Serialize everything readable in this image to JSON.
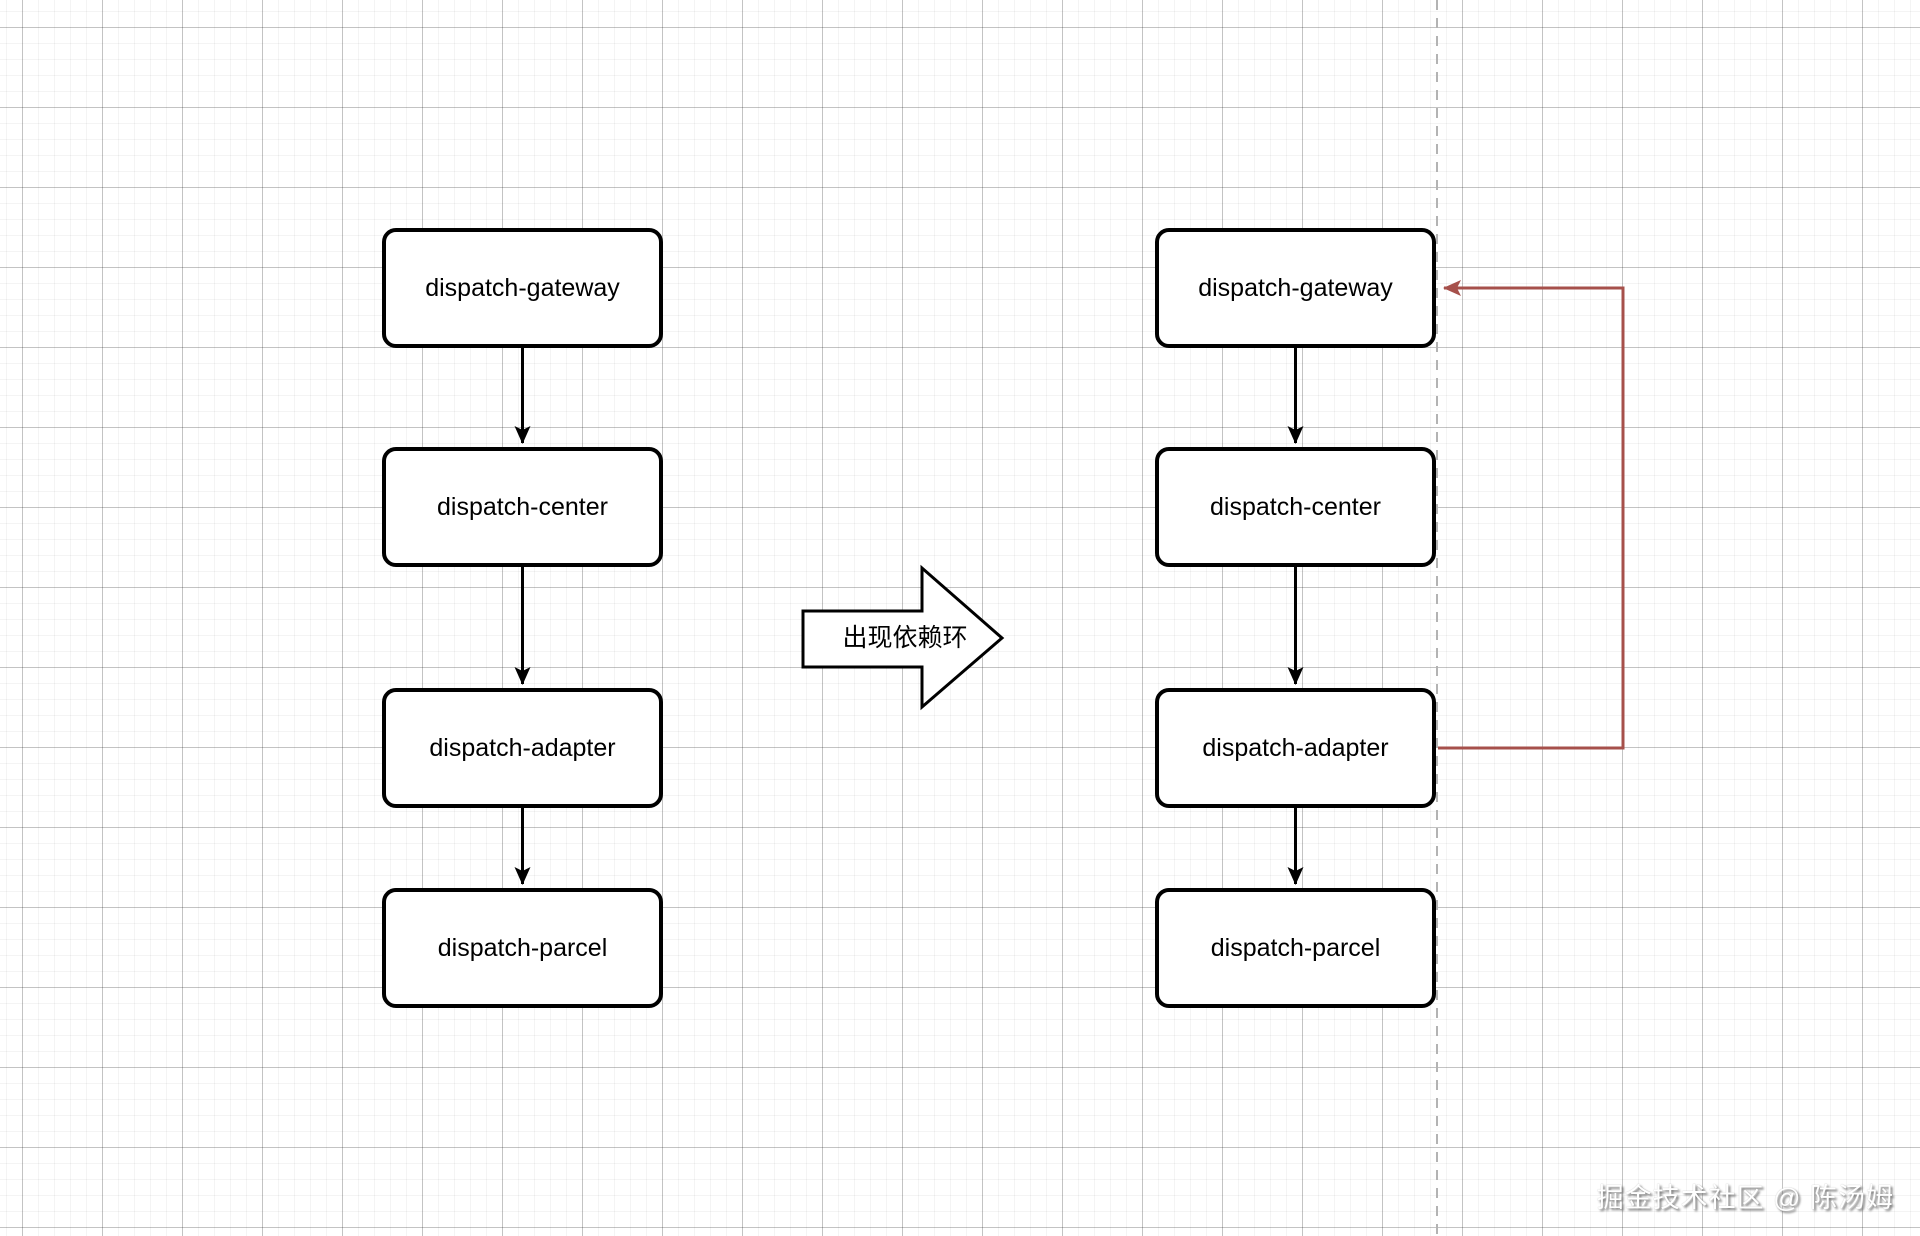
{
  "colors": {
    "background": "#ffffff",
    "grid_minor": "#f1efef",
    "grid_major": "#cccccc",
    "node_fill": "#ffffff",
    "node_border": "#000000",
    "connector": "#000000",
    "cycle_arrow": "#a6504b",
    "divider_dashed": "#b3b3b3"
  },
  "flows": {
    "before": {
      "nodes": [
        "dispatch-gateway",
        "dispatch-center",
        "dispatch-adapter",
        "dispatch-parcel"
      ]
    },
    "after": {
      "nodes": [
        "dispatch-gateway",
        "dispatch-center",
        "dispatch-adapter",
        "dispatch-parcel"
      ]
    }
  },
  "transition": {
    "label": "出现依赖环"
  },
  "cycle": {
    "from": "dispatch-adapter",
    "to": "dispatch-gateway"
  },
  "watermark": {
    "text": "掘金技术社区 @ 陈汤姆"
  }
}
